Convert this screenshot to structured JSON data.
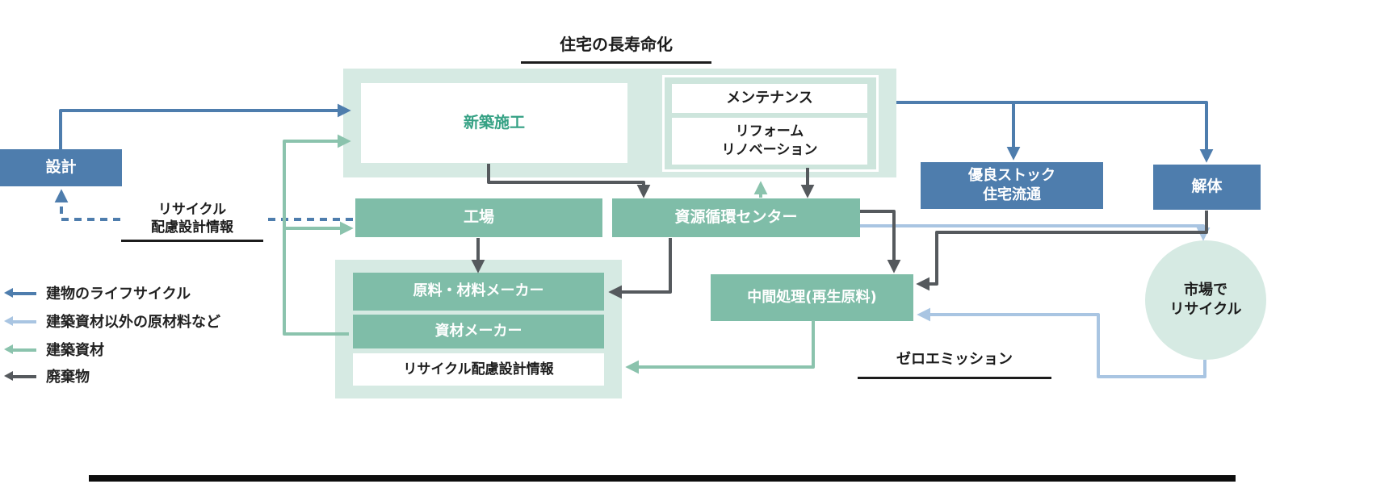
{
  "title": "住宅の長寿命化",
  "nodes": {
    "design": "設計",
    "new_construction": "新築施工",
    "maintenance": "メンテナンス",
    "reform": {
      "line1": "リフォーム",
      "line2": "リノベーション"
    },
    "factory": "工場",
    "resource_center": "資源循環センター",
    "quality_stock": {
      "line1": "優良ストック",
      "line2": "住宅流通"
    },
    "demolition": "解体",
    "raw_material_maker": "原料・材料メーカー",
    "material_maker": "資材メーカー",
    "recycle_design_info_box": "リサイクル配慮設計情報",
    "intermediate_processing": "中間処理(再生原料)",
    "market_recycle": {
      "line1": "市場で",
      "line2": "リサイクル"
    }
  },
  "labels": {
    "recycle_design_info": {
      "line1": "リサイクル",
      "line2": "配慮設計情報"
    },
    "zero_emission": "ゼロエミッション"
  },
  "legend": {
    "items": [
      {
        "label": "建物のライフサイクル",
        "color": "#4e7dad"
      },
      {
        "label": "建築資材以外の原材料など",
        "color": "#a9c5e2"
      },
      {
        "label": "建築資材",
        "color": "#8bc3ad"
      },
      {
        "label": "廃棄物",
        "color": "#55595d"
      }
    ]
  },
  "colors": {
    "lifecycle_blue": "#4e7dad",
    "raw_material_light_blue": "#a9c5e2",
    "building_material_green": "#8bc3ad",
    "waste_gray": "#55595d",
    "node_green": "#7fbda8",
    "container_light_green": "#d6eae3",
    "new_construction_text": "#35a184"
  }
}
